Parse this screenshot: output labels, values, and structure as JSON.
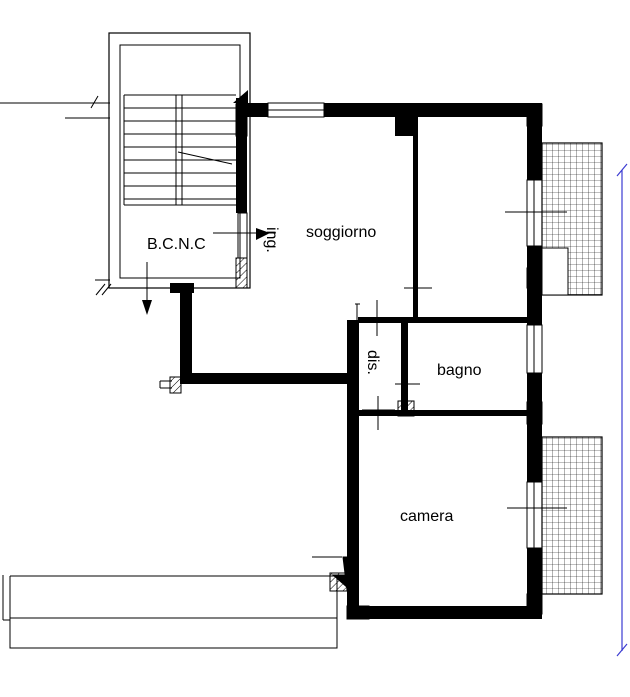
{
  "labels": {
    "stair": "B.C.N.C",
    "entrance": "ing.",
    "living": "soggiorno",
    "hall": "dis.",
    "bath": "bagno",
    "bedroom": "camera"
  },
  "colors": {
    "wall": "#000000",
    "thin_line": "#000000",
    "dimension_line": "#3b3bd1",
    "background": "#ffffff"
  }
}
